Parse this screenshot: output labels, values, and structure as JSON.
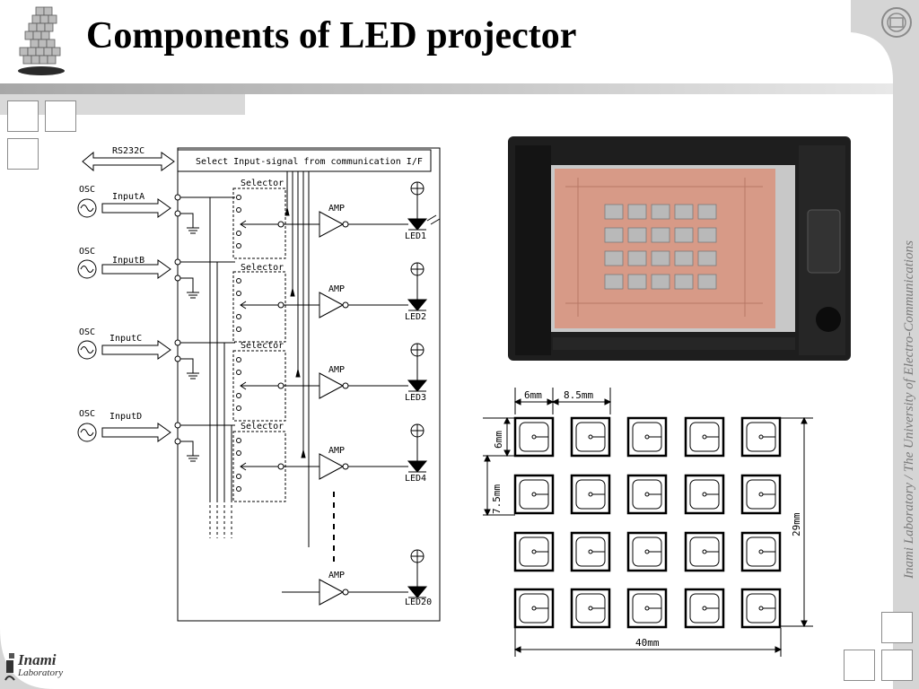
{
  "slide": {
    "title": "Components of LED projector",
    "vertical_credit": "Inami Laboratory / The University of Electro-Communications",
    "logo": {
      "line1": "Inami",
      "line2": "Laboratory"
    }
  },
  "circuit": {
    "rs232c": "RS232C",
    "header": "Select Input-signal from communication I/F",
    "osc_label": "OSC",
    "inputs": [
      "InputA",
      "InputB",
      "InputC",
      "InputD"
    ],
    "selector_label": "Selector",
    "amp_label": "AMP",
    "leds": [
      "LED1",
      "LED2",
      "LED3",
      "LED4",
      "LED20"
    ]
  },
  "dimensions": {
    "width1": "6mm",
    "width2": "8.5mm",
    "height1": "6mm",
    "height2": "7.5mm",
    "total_height": "29mm",
    "total_width": "40mm"
  },
  "led_grid": {
    "rows": 4,
    "cols": 5
  },
  "colors": {
    "gray_band": "#b4b4b4",
    "board_copper": "#d79a87",
    "case_black": "#1e1e1e"
  },
  "icons": {
    "nav_squares": "square-outline-icon",
    "logo_figure": "pixel-figure-icon",
    "university_emblem": "emblem-icon"
  }
}
